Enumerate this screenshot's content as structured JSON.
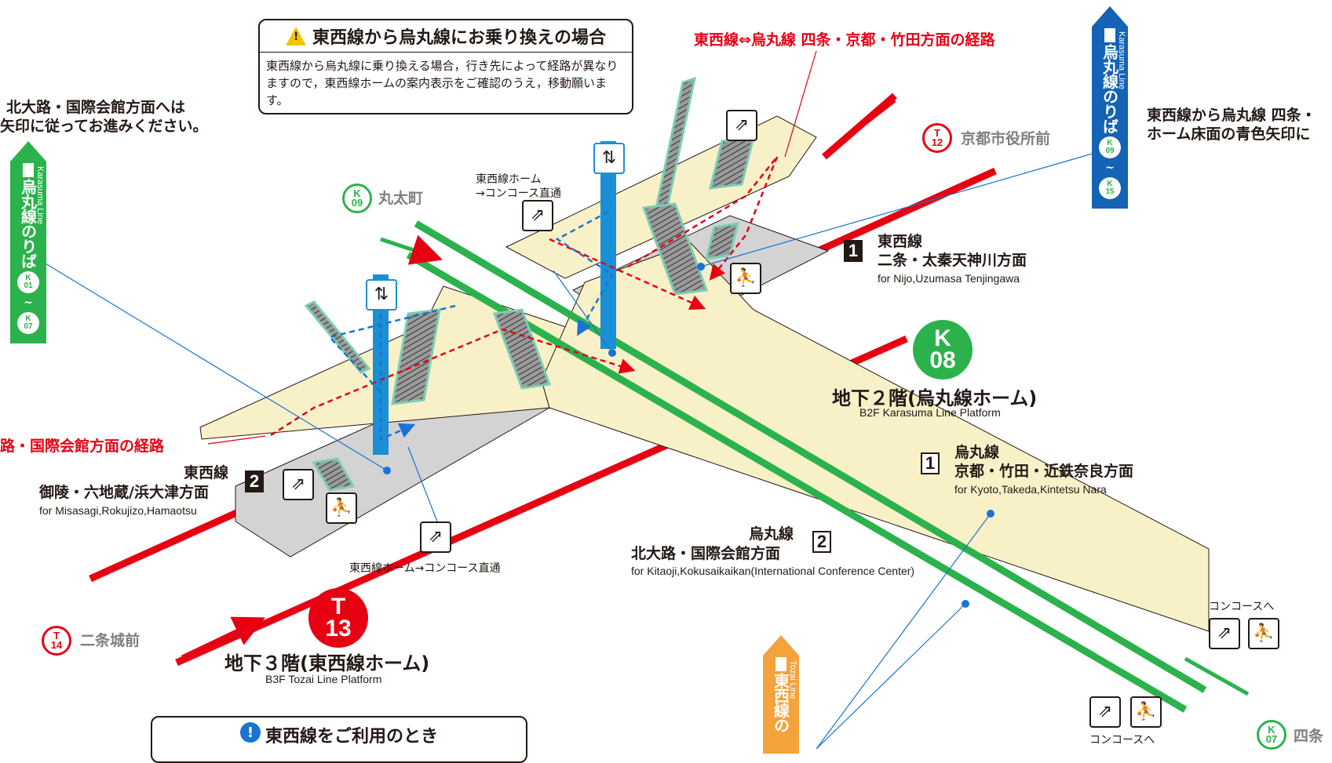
{
  "notice": {
    "title": "東西線から烏丸線にお乗り換えの場合",
    "body": "東西線から烏丸線に乗り換える場合，行き先によって経路が異なりますので，東西線ホームの案内表示をご確認のうえ，移動願います。"
  },
  "left_text": {
    "line1": "北大路・国際会館方面へは",
    "line2": "矢印に従ってお進みください。"
  },
  "right_text": {
    "line1": "東西線から烏丸線 四条・",
    "line2": "ホーム床面の青色矢印に"
  },
  "route_red_top": "東西線⇔烏丸線 四条・京都・竹田方面の経路",
  "route_red_left": "路・国際会館方面の経路",
  "karasuma_left_banner": {
    "jp": "烏丸線のりば",
    "en": "Karasuma Line",
    "from": {
      "k": "K",
      "n": "01"
    },
    "to": {
      "k": "K",
      "n": "07"
    },
    "color": "#2bb24c"
  },
  "karasuma_right_banner": {
    "jp": "烏丸線のりば",
    "en": "Karasuma Line",
    "from": {
      "k": "K",
      "n": "09"
    },
    "to": {
      "k": "K",
      "n": "15"
    },
    "color": "#1463b4"
  },
  "tozai_banner": {
    "jp": "東西線の",
    "en": "Tozai Line",
    "color": "#f4a23c"
  },
  "stations": {
    "marutamachi": {
      "code": "K",
      "num": "09",
      "name": "丸太町",
      "color": "#2bb24c"
    },
    "shiyakusho": {
      "code": "T",
      "num": "12",
      "name": "京都市役所前",
      "color": "#e60012"
    },
    "nijojo": {
      "code": "T",
      "num": "14",
      "name": "二条城前",
      "color": "#e60012"
    },
    "shijo": {
      "code": "K",
      "num": "07",
      "name": "四条",
      "color": "#2bb24c"
    }
  },
  "current_k": {
    "code": "K",
    "num": "08",
    "color": "#2bb24c"
  },
  "current_t": {
    "code": "T",
    "num": "13",
    "color": "#e60012"
  },
  "floors": {
    "b2_jp": "地下２階(烏丸線ホーム)",
    "b2_en": "B2F Karasuma Line Platform",
    "b3_jp": "地下３階(東西線ホーム)",
    "b3_en": "B3F Tozai Line Platform"
  },
  "platforms": {
    "tozai1": {
      "num": "1",
      "line": "東西線",
      "dest": "二条・太秦天神川方面",
      "en": "for Nijo,Uzumasa Tenjingawa"
    },
    "tozai2": {
      "num": "2",
      "line": "東西線",
      "dest": "御陵・六地蔵/浜大津方面",
      "en": "for Misasagi,Rokujizo,Hamaotsu"
    },
    "karasuma1": {
      "num": "1",
      "line": "烏丸線",
      "dest": "京都・竹田・近鉄奈良方面",
      "en": "for Kyoto,Takeda,Kintetsu Nara"
    },
    "karasuma2": {
      "num": "2",
      "line": "烏丸線",
      "dest": "北大路・国際会館方面",
      "en": "for Kitaoji,Kokusaikaikan(International Conference Center)"
    }
  },
  "direct_escalator_top": {
    "line1": "東西線ホーム",
    "line2": "→コンコース直通"
  },
  "direct_escalator_bottom": "東西線ホーム→コンコース直通",
  "to_concourse": "コンコースへ",
  "bottom_notice": "東西線をご利用のとき",
  "colors": {
    "floor": "#f8f1c8",
    "platform_gray": "#d3d3d4",
    "tozai_red": "#e60012",
    "karasuma_green": "#2bb24c",
    "elevator_blue": "#1b8fd6",
    "escalator_mint": "#bfe8d9"
  }
}
